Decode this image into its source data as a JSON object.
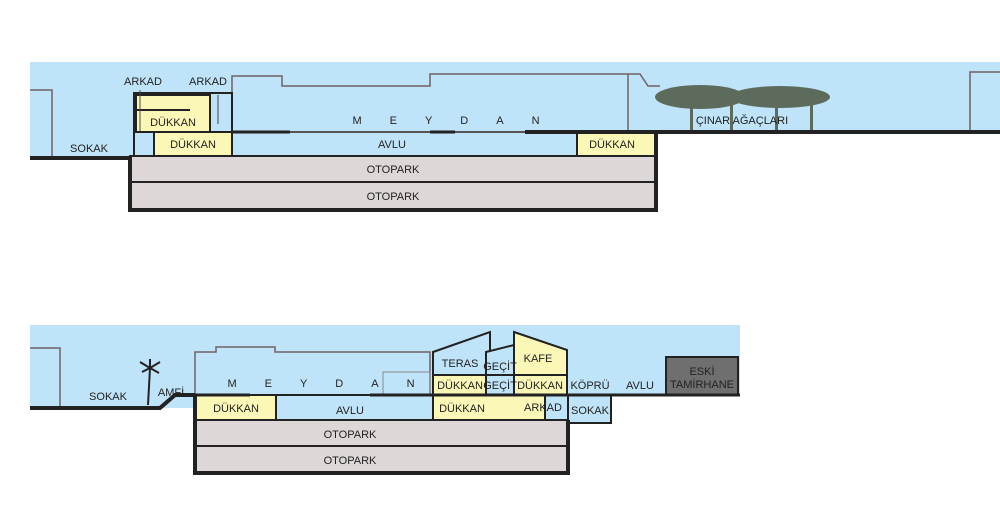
{
  "colors": {
    "sky": "#bfe3f8",
    "shop": "#fbf7b6",
    "parking": "#ddd7d7",
    "old_building": "#6f6f6f",
    "trees": "#5c6b5c"
  },
  "section_top": {
    "arkad_1": "ARKAD",
    "arkad_2": "ARKAD",
    "dukkan_upper": "DÜKKAN",
    "dukkan_lower": "DÜKKAN",
    "dukkan_right": "DÜKKAN",
    "sokak": "SOKAK",
    "meydan": "MEYDAN",
    "avlu": "AVLU",
    "otopark_1": "OTOPARK",
    "otopark_2": "OTOPARK",
    "trees": "ÇINAR AĞAÇLARI"
  },
  "section_bottom": {
    "sokak_left": "SOKAK",
    "amfi": "AMFİ",
    "meydan": "MEYDAN",
    "teras": "TERAS",
    "gecit_upper": "GEÇİT",
    "kafe": "KAFE",
    "dukkan_1": "DÜKKAN",
    "gecit_lower": "GEÇİT",
    "dukkan_2": "DÜKKAN",
    "kopru": "KÖPRÜ",
    "avlu_right": "AVLU",
    "eski_1": "ESKİ",
    "eski_2": "TAMİRHANE",
    "dukkan_left": "DÜKKAN",
    "avlu": "AVLU",
    "dukkan_3": "DÜKKAN",
    "arkad": "ARKAD",
    "sokak_right": "SOKAK",
    "otopark_1": "OTOPARK",
    "otopark_2": "OTOPARK"
  }
}
